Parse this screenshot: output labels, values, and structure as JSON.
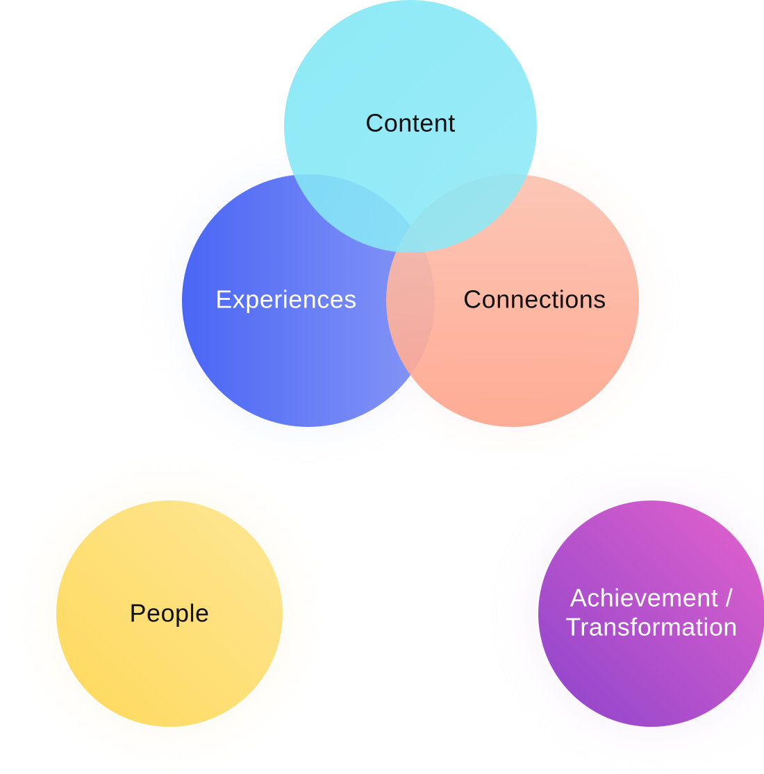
{
  "diagram": {
    "circles": [
      {
        "id": "people",
        "label": "People",
        "label_color": "#111111",
        "colors": [
          "#ffd95c",
          "#fee795"
        ]
      },
      {
        "id": "experiences",
        "label": "Experiences",
        "label_color": "#ffffff",
        "colors": [
          "#4a66f5",
          "#8797f6"
        ]
      },
      {
        "id": "content",
        "label": "Content",
        "label_color": "#111111",
        "colors": [
          "#7de6f5",
          "#8fe9f7"
        ]
      },
      {
        "id": "connections",
        "label": "Connections",
        "label_color": "#111111",
        "colors": [
          "#fea58c",
          "#fcc2b0"
        ]
      },
      {
        "id": "achievement",
        "label_lines": [
          "Achievement /",
          "Transformation"
        ],
        "label_color": "#ffffff",
        "colors": [
          "#8c44cc",
          "#e462cc"
        ]
      }
    ]
  }
}
